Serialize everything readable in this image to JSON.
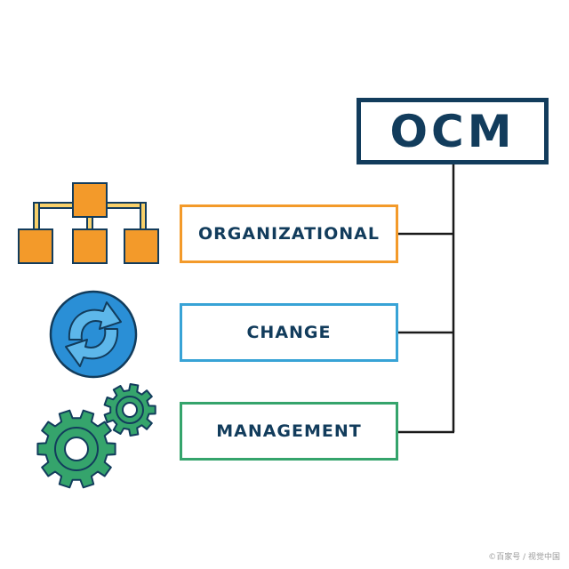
{
  "diagram": {
    "root": {
      "label": "OCM"
    },
    "items": [
      {
        "label": "ORGANIZATIONAL",
        "icon": "org-chart-icon",
        "color": "#f39a2a"
      },
      {
        "label": "CHANGE",
        "icon": "refresh-arrows-icon",
        "color": "#38a3d6"
      },
      {
        "label": "MANAGEMENT",
        "icon": "gears-icon",
        "color": "#35a46c"
      }
    ],
    "colors": {
      "navy": "#123c5c",
      "orange": "#f39a2a",
      "blue": "#2a8fd6",
      "green": "#35a46c",
      "connector": "#1a1a1a"
    }
  },
  "watermark": "©百家号 / 视觉中国"
}
